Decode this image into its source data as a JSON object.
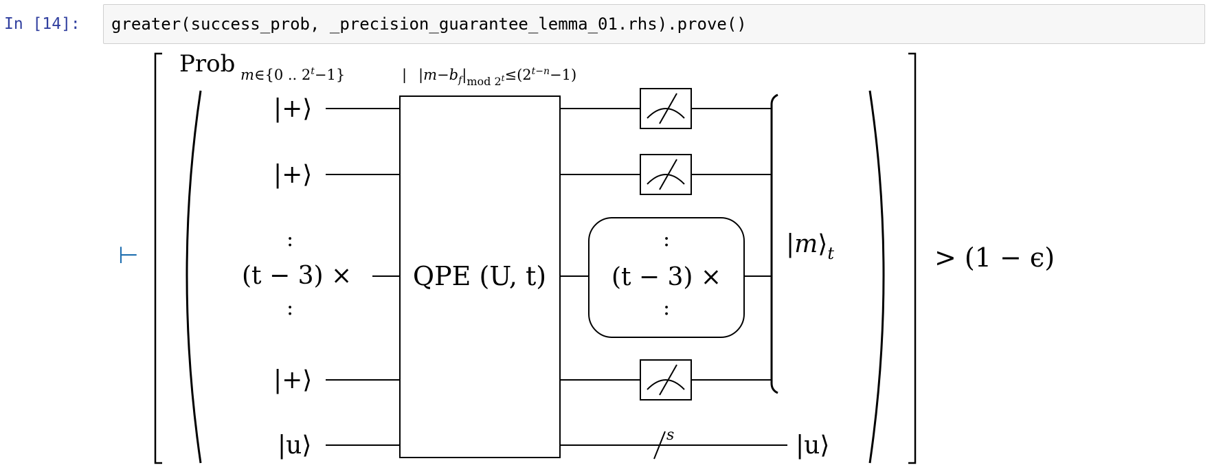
{
  "cell": {
    "prompt": "In [14]:",
    "code": "greater(success_prob, _precision_guarantee_lemma_01.rhs).prove()"
  },
  "output": {
    "turnstile": "⊢",
    "prob_label": "Prob",
    "prob_subscript": "m∈{0 .. 2ᵗ−1} | |m−b_f|mod 2ᵗ ≤(2ᵗ⁻ⁿ−1)",
    "wires": {
      "plus1": "|+⟩",
      "plus2": "|+⟩",
      "ellipsis_top": ":",
      "repeat_label": "(t − 3) ×",
      "ellipsis_bottom": ":",
      "plus3": "|+⟩",
      "u_in": "|u⟩"
    },
    "gate_label": "QPE (U, t)",
    "repeat_box": {
      "dots_top": ":",
      "label": "(t − 3) ×",
      "dots_bottom": ":"
    },
    "output_state": "|m⟩t",
    "u_out": "|u⟩",
    "bundle_label": "s",
    "comparison": "> (1 − ϵ)"
  }
}
